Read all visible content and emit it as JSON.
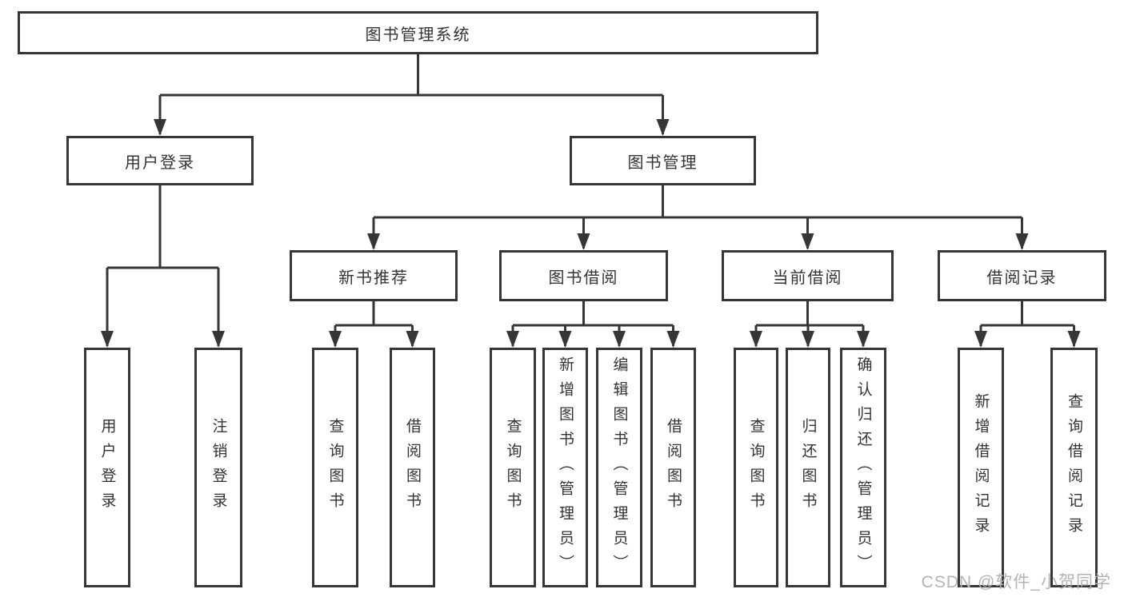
{
  "colors": {
    "line": "#363636",
    "box_border": "#363636",
    "text": "#333333",
    "background": "#ffffff",
    "watermark": "#b4b4b4"
  },
  "watermark": "CSDN @软件_小贺同学",
  "tree": {
    "label": "图书管理系统",
    "children": [
      {
        "label": "用户登录",
        "children": [
          {
            "label": "用户登录"
          },
          {
            "label": "注销登录"
          }
        ]
      },
      {
        "label": "图书管理",
        "children": [
          {
            "label": "新书推荐",
            "children": [
              {
                "label": "查询图书"
              },
              {
                "label": "借阅图书"
              }
            ]
          },
          {
            "label": "图书借阅",
            "children": [
              {
                "label": "查询图书"
              },
              {
                "label": "新增图书（管理员）"
              },
              {
                "label": "编辑图书（管理员）"
              },
              {
                "label": "借阅图书"
              }
            ]
          },
          {
            "label": "当前借阅",
            "children": [
              {
                "label": "查询图书"
              },
              {
                "label": "归还图书"
              },
              {
                "label": "确认归还（管理员）"
              }
            ]
          },
          {
            "label": "借阅记录",
            "children": [
              {
                "label": "新增借阅记录"
              },
              {
                "label": "查询借阅记录"
              }
            ]
          }
        ]
      }
    ]
  }
}
